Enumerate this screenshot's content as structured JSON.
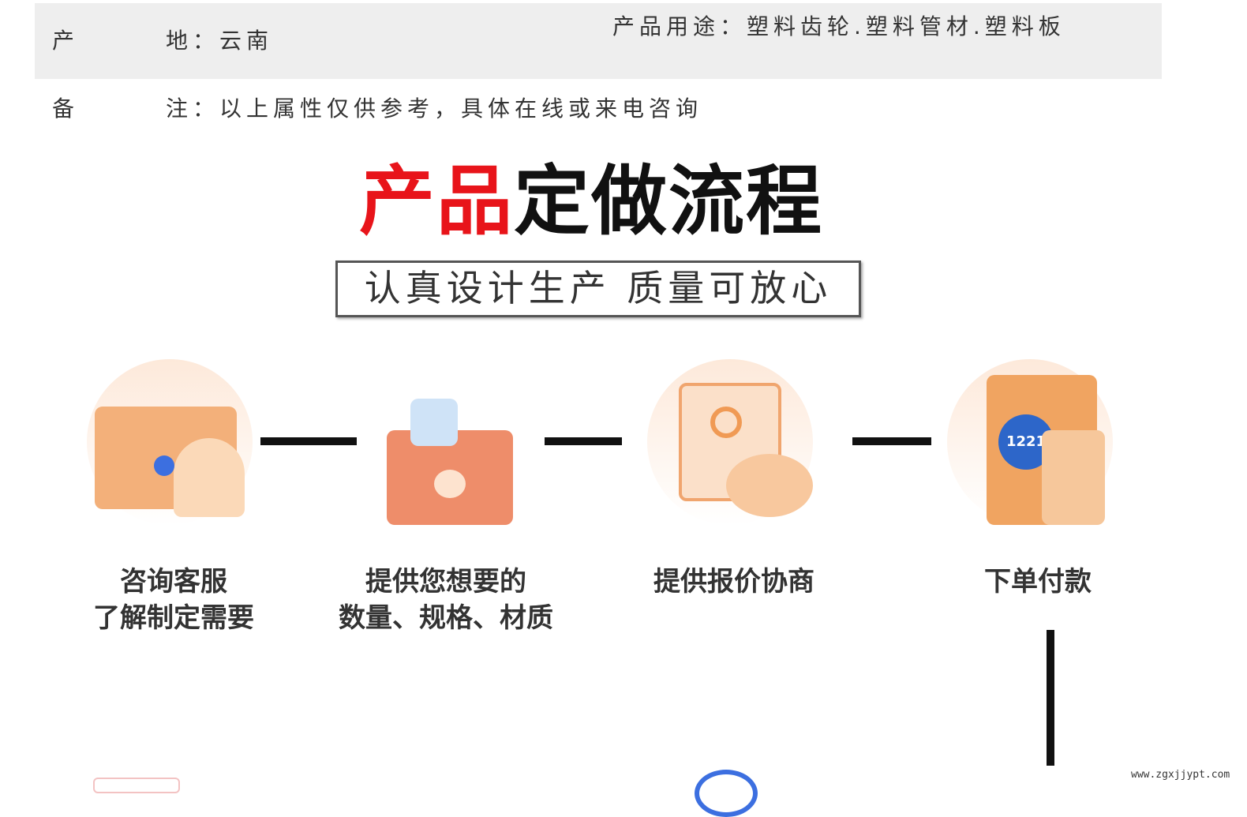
{
  "specs": {
    "origin_label": "产",
    "origin_value": "地：云南",
    "usage": "产品用途：塑料齿轮.塑料管材.塑料板",
    "note_label": "备",
    "note_value": "注：以上属性仅供参考，具体在线或来电咨询"
  },
  "banner": {
    "title_red": "产品",
    "title_black": "定做流程",
    "subtitle": "认真设计生产 质量可放心"
  },
  "steps": [
    {
      "icon": "envelope-bell-icon",
      "line1": "咨询客服",
      "line2": "了解制定需要"
    },
    {
      "icon": "folder-icon",
      "line1": "提供您想要的",
      "line2": "数量、规格、材质"
    },
    {
      "icon": "clipboard-megaphone-icon",
      "line1": "提供报价协商",
      "line2": ""
    },
    {
      "icon": "payment-terminal-icon",
      "line1": "下单付款",
      "line2": "",
      "badge": "1221"
    }
  ],
  "watermark": "www.zgxjjypt.com"
}
